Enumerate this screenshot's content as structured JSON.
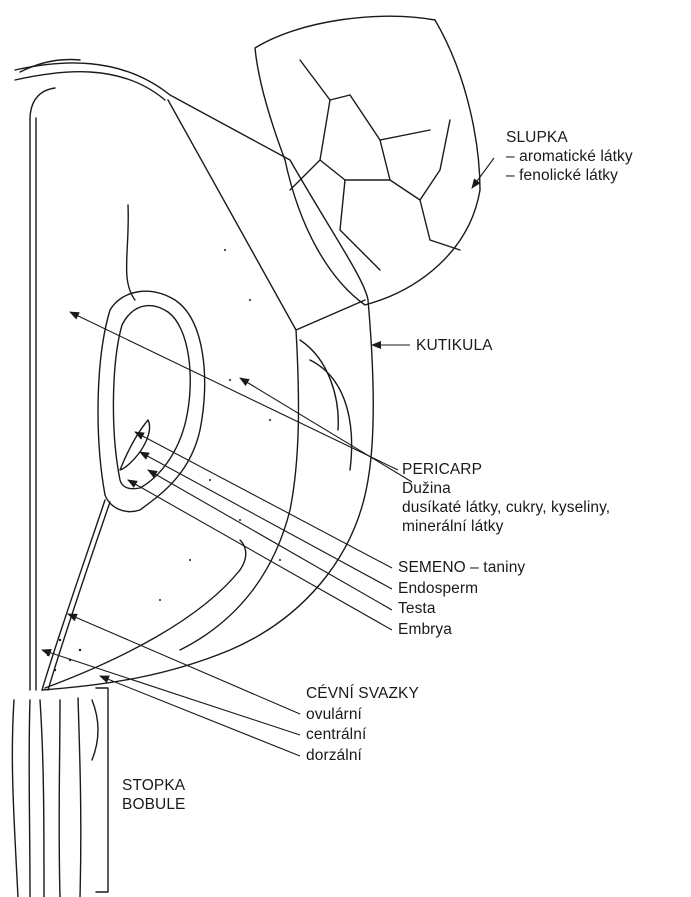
{
  "labels": {
    "slupka": {
      "title": "SLUPKA",
      "lines": [
        "– aromatické látky",
        "– fenolické látky"
      ]
    },
    "kutikula": {
      "title": "KUTIKULA"
    },
    "pericarp": {
      "title": "PERICARP",
      "lines": [
        "Dužina",
        "dusíkaté látky, cukry, kyseliny,",
        "minerální látky"
      ]
    },
    "semeno": {
      "title": "SEMENO – taniny",
      "lines": [
        "Endosperm",
        "Testa",
        "Embrya"
      ]
    },
    "cevni": {
      "title": "CÉVNÍ SVAZKY",
      "lines": [
        "ovulární",
        "centrální",
        "dorzální"
      ]
    },
    "stopka": {
      "title": "STOPKA",
      "lines": [
        "BOBULE"
      ]
    }
  },
  "colors": {
    "ink": "#1a1a1a",
    "paper": "#ffffff"
  }
}
